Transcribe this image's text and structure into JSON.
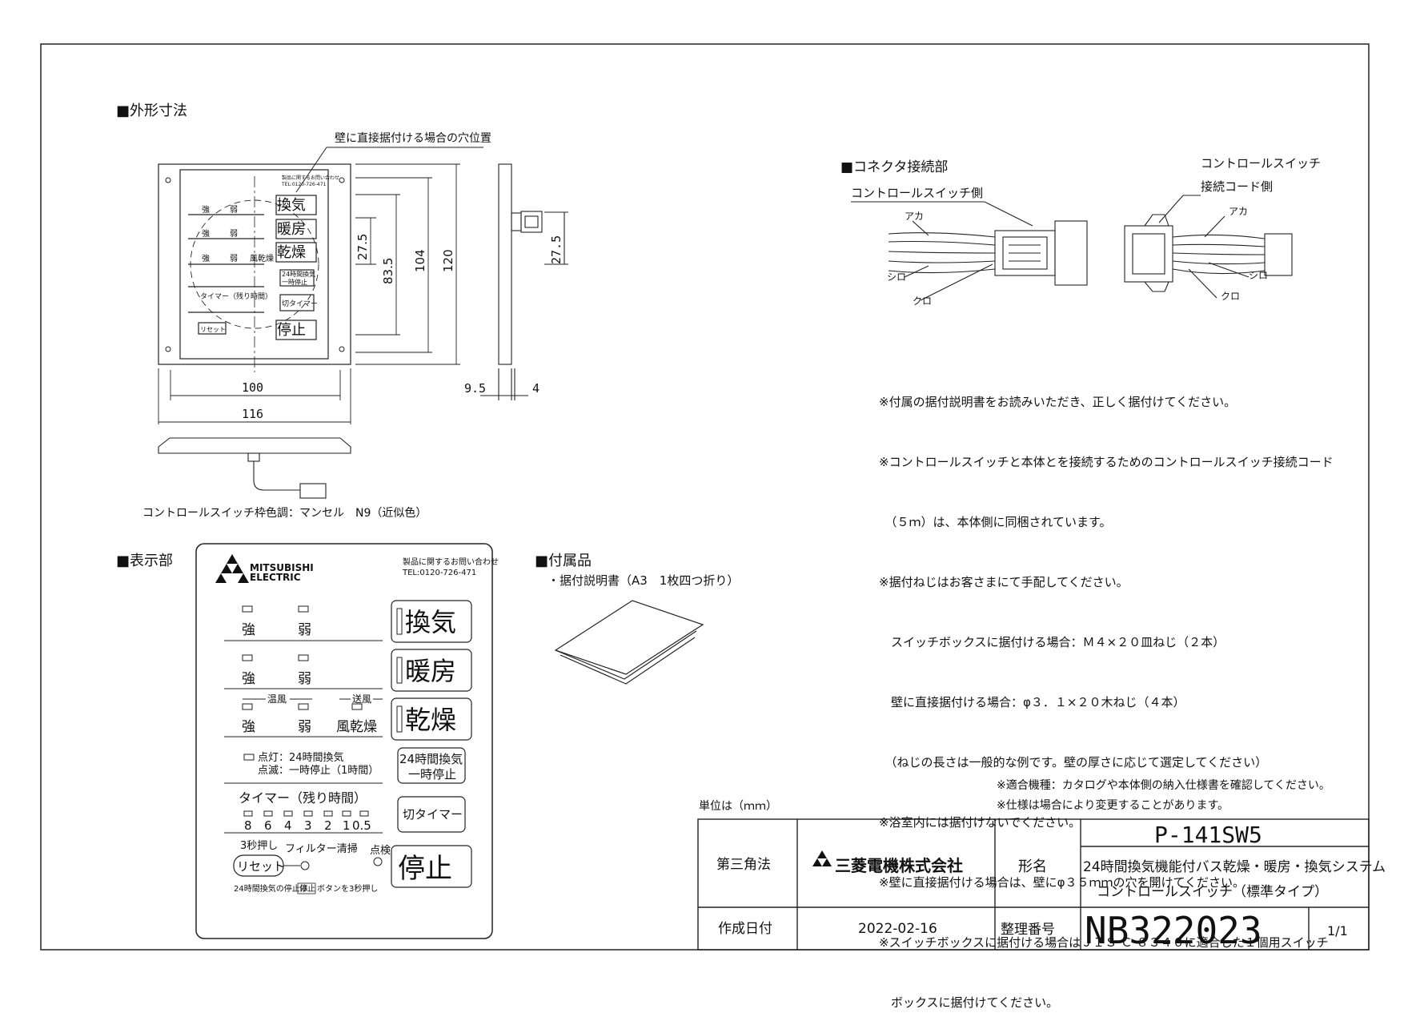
{
  "sections": {
    "outline": "■外形寸法",
    "connector": "■コネクタ接続部",
    "display": "■表示部",
    "accessory": "■付属品"
  },
  "outline": {
    "hole_note": "壁に直接据付ける場合の穴位置",
    "dims": {
      "d100": "100",
      "d116": "116",
      "d120": "120",
      "d104": "104",
      "d83": "83.5",
      "d27a": "27.5",
      "d27b": "27.5",
      "d9": "9.5",
      "d4": "4"
    },
    "color_note": "コントロールスイッチ枠色調：マンセル　N9（近似色）",
    "small_panel": {
      "maker_label": "製品に関するお問い合わせ",
      "tel": "TEL:0120-726-471"
    }
  },
  "connector": {
    "label_left": "コントロールスイッチ側",
    "label_right_1": "コントロールスイッチ",
    "label_right_2": "接続コード側",
    "wire_red": "アカ",
    "wire_white": "シロ",
    "wire_black": "クロ"
  },
  "notes": [
    "※付属の据付説明書をお読みいただき、正しく据付けてください。",
    "※コントロールスイッチと本体とを接続するためのコントロールスイッチ接続コード",
    "　（５ｍ）は、本体側に同梱されています。",
    "※据付ねじはお客さまにて手配してください。",
    "　スイッチボックスに据付ける場合：Ｍ４×２０皿ねじ（２本）",
    "　壁に直接据付ける場合：φ３．１×２０木ねじ（４本）",
    "　（ねじの長さは一般的な例です。壁の厚さに応じて選定してください）",
    "※浴室内には据付けないでください。",
    "※壁に直接据付ける場合は、壁にφ３５ｍｍの穴を開けてください。",
    "※スイッチボックスに据付ける場合はＪＩＳ Ｃ ８３４０に適合した１個用スイッチ",
    "　ボックスに据付けてください。"
  ],
  "panel": {
    "brand_1": "MITSUBISHI",
    "brand_2": "ELECTRIC",
    "inquiry": "製品に関するお問い合わせ",
    "tel": "TEL:0120-726-471",
    "strong": "強",
    "weak": "弱",
    "warm_wind": "温風",
    "send_wind": "送風",
    "wind_dry": "風乾燥",
    "btn_ventilate": "換気",
    "btn_heat": "暖房",
    "btn_dry": "乾燥",
    "lamp_on": "点灯：24時間換気",
    "lamp_blink": "点滅：一時停止（1時間）",
    "btn_24h_1": "24時間換気",
    "btn_24h_2": "一時停止",
    "timer_label": "タイマー（残り時間）",
    "timer_values": [
      "8",
      "6",
      "4",
      "3",
      "2",
      "1",
      "0.5"
    ],
    "btn_timer": "切タイマー",
    "press3": "3秒押し",
    "btn_reset": "リセット",
    "filter": "フィルター清掃",
    "check": "点検",
    "stop_note_1": "24時間換気の停止は",
    "stop_note_box": "停止",
    "stop_note_2": "ボタンを3秒押し",
    "btn_stop": "停止"
  },
  "accessory": {
    "item": "・据付説明書（A3　1枚四つ折り）"
  },
  "footer": {
    "note_models": "※適合機種：カタログや本体側の納入仕様書を確認してください。",
    "note_change": "※仕様は場合により変更することがあります。",
    "unit": "単位は（ｍｍ）",
    "projection": "第三角法",
    "company": "三菱電機株式会社",
    "model_label": "形名",
    "model": "P-141SW5",
    "desc_1": "24時間換気機能付バス乾燥・暖房・換気システム",
    "desc_2": "コントロールスイッチ（標準タイプ）",
    "date_label": "作成日付",
    "date": "2022-02-16",
    "num_label": "整理番号",
    "number": "NB322023",
    "page": "1/1"
  }
}
